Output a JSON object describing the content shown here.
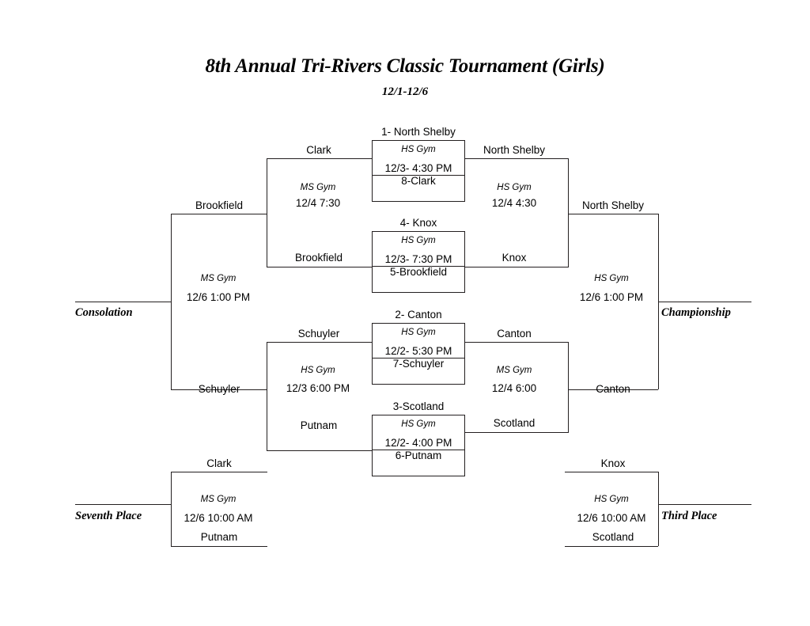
{
  "header": {
    "title": "8th Annual Tri-Rivers Classic Tournament (Girls)",
    "dates": "12/1-12/6"
  },
  "round_labels": {
    "consolation": "Consolation",
    "championship": "Championship",
    "seventh_place": "Seventh Place",
    "third_place": "Third Place"
  },
  "quarterfinals": [
    {
      "id": "qf1",
      "top_seed_team": "1- North Shelby",
      "bottom_seed_team": "8-Clark",
      "venue": "HS Gym",
      "datetime": "12/3- 4:30 PM"
    },
    {
      "id": "qf2",
      "top_seed_team": "4- Knox",
      "bottom_seed_team": "5-Brookfield",
      "venue": "HS Gym",
      "datetime": "12/3- 7:30 PM"
    },
    {
      "id": "qf3",
      "top_seed_team": "2- Canton",
      "bottom_seed_team": "7-Schuyler",
      "venue": "HS Gym",
      "datetime": "12/2- 5:30 PM"
    },
    {
      "id": "qf4",
      "top_seed_team": "3-Scotland",
      "bottom_seed_team": "6-Putnam",
      "venue": "HS Gym",
      "datetime": "12/2- 4:00 PM"
    }
  ],
  "losers_semifinals": [
    {
      "id": "ls-upper",
      "top_team": "Clark",
      "bottom_team": "Brookfield",
      "venue": "MS Gym",
      "datetime": "12/4 7:30"
    },
    {
      "id": "ls-lower",
      "top_team": "Schuyler",
      "bottom_team": "Putnam",
      "venue": "HS Gym",
      "datetime": "12/3 6:00 PM"
    }
  ],
  "winners_semifinals": [
    {
      "id": "ws-upper",
      "top_team": "North Shelby",
      "bottom_team": "Knox",
      "venue": "HS Gym",
      "datetime": "12/4 4:30"
    },
    {
      "id": "ws-lower",
      "top_team": "Canton",
      "bottom_team": "Scotland",
      "venue": "MS Gym",
      "datetime": "12/4 6:00"
    }
  ],
  "finals": {
    "consolation": {
      "top_team": "Brookfield",
      "bottom_team": "Schuyler",
      "venue": "MS Gym",
      "datetime": "12/6 1:00 PM"
    },
    "championship": {
      "top_team": "North Shelby",
      "bottom_team": "Canton",
      "venue": "HS Gym",
      "datetime": "12/6 1:00 PM"
    },
    "seventh_place": {
      "top_team": "Clark",
      "bottom_team": "Putnam",
      "venue": "MS Gym",
      "datetime": "12/6 10:00 AM"
    },
    "third_place": {
      "top_team": "Knox",
      "bottom_team": "Scotland",
      "venue": "HS Gym",
      "datetime": "12/6 10:00 AM"
    }
  },
  "colors": {
    "line": "#231f20",
    "text": "#000000",
    "background": "#ffffff"
  }
}
